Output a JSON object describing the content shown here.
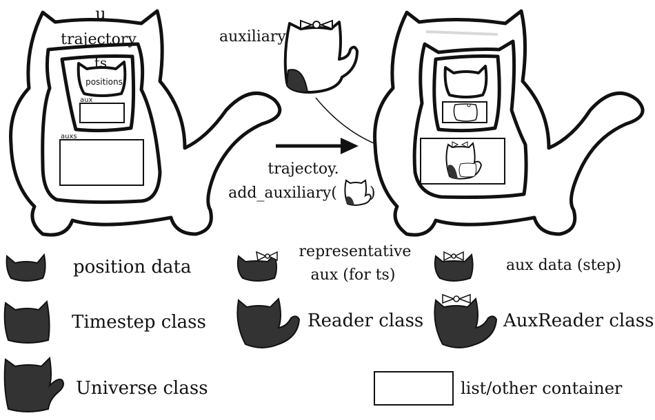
{
  "labels": {
    "u": "u",
    "trajectory": "trajectory",
    "ts": "ts",
    "positions": "positions",
    "aux": "aux",
    "auxs": "auxs",
    "auxiliary": "auxiliary",
    "method_line1": "trajectoy.",
    "method_line2_prefix": "add_auxiliary(",
    "method_line2_suffix": ")"
  },
  "legend": {
    "position_data": "position data",
    "representative_aux_line1": "representative",
    "representative_aux_line2": "aux (for ts)",
    "aux_data_step": "aux data (step)",
    "timestep_class": "Timestep class",
    "reader_class": "Reader class",
    "auxreader_class": "AuxReader class",
    "universe_class": "Universe class",
    "container": "list/other container"
  },
  "colors": {
    "ink": "#111111",
    "fill": "#333333",
    "background": "#ffffff",
    "faint_line": "#d8d8d8"
  }
}
